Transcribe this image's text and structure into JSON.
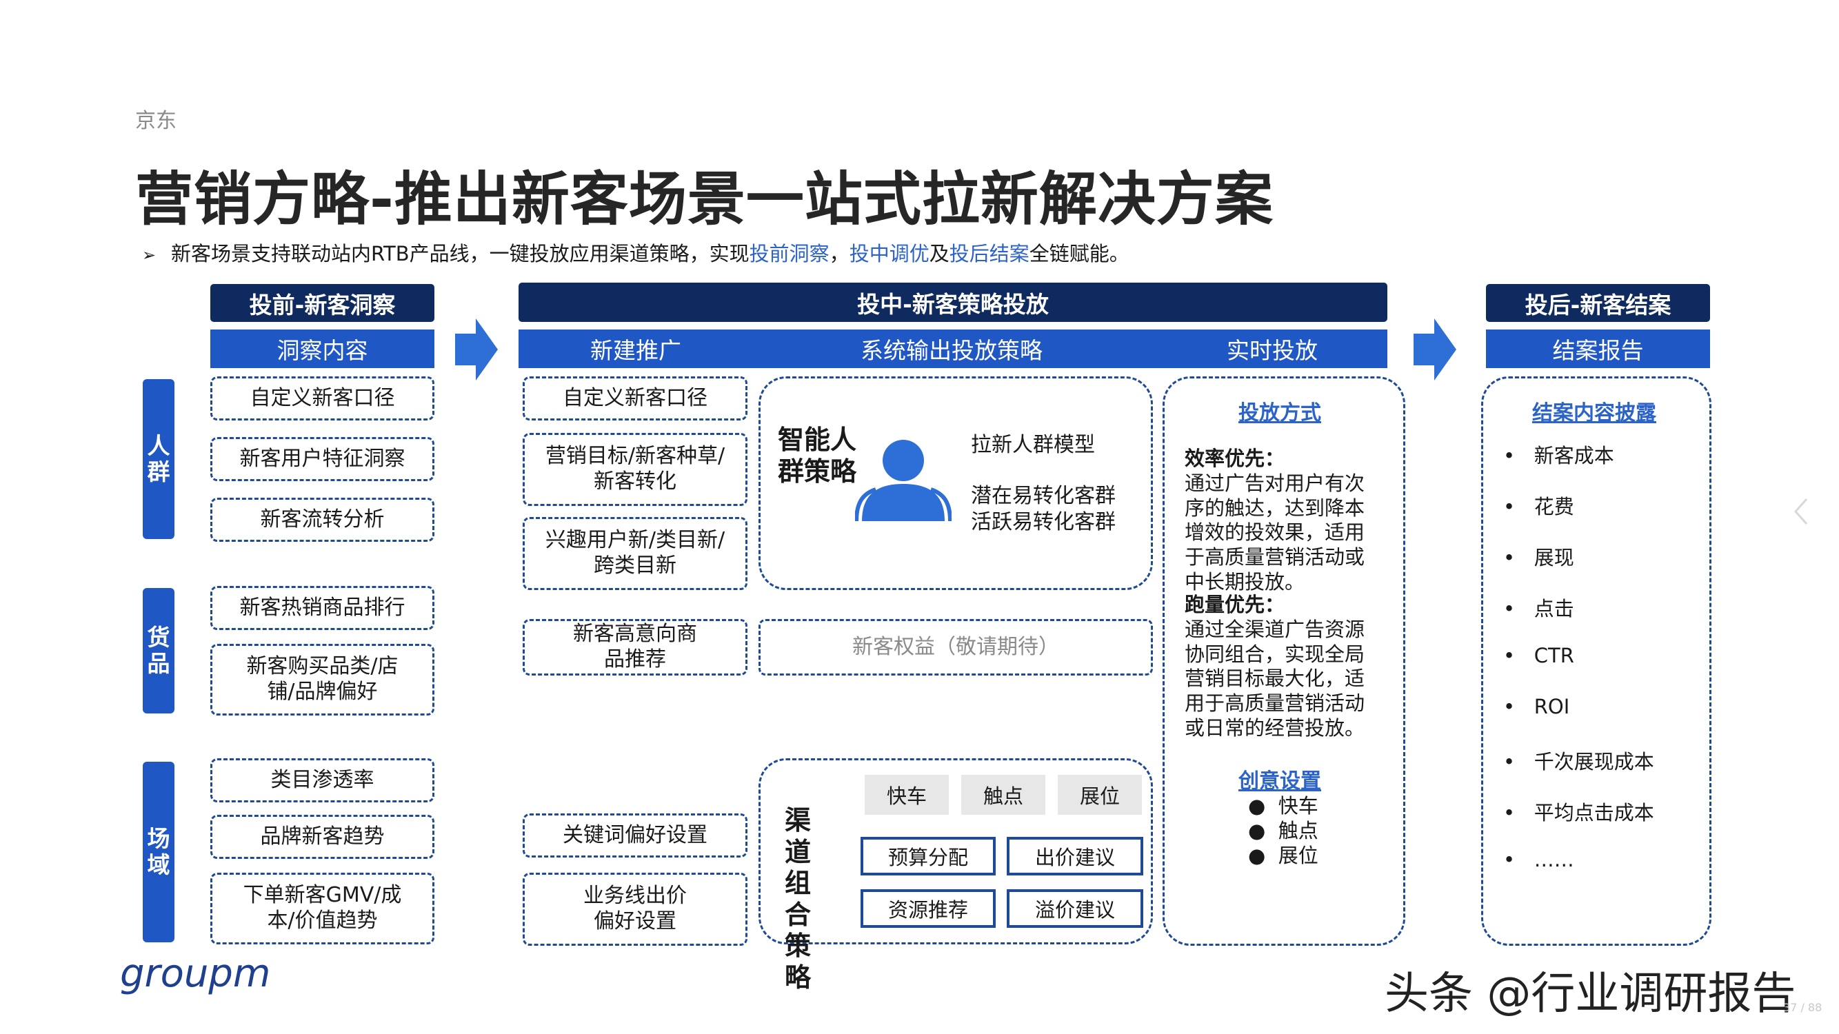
{
  "brand": "京东",
  "title": "营销方略-推出新客场景一站式拉新解决方案",
  "subtitle": {
    "bullet": "➢",
    "part1": "新客场景支持联动站内RTB产品线，一键投放应用渠道策略，实现",
    "hl1": "投前洞察",
    "sep1": "，",
    "hl2": "投中调优",
    "part2": "及",
    "hl3": "投后结案",
    "part3": "全链赋能。"
  },
  "colors": {
    "navy": "#0f2a5e",
    "blue": "#1f57c4",
    "link": "#2b63c9",
    "dash": "#1e4a96"
  },
  "pre": {
    "header": "投前-新客洞察",
    "subheader": "洞察内容",
    "items": [
      "自定义新客口径",
      "新客用户特征洞察",
      "新客流转分析",
      "新客热销商品排行",
      "新客购买品类/店铺/品牌偏好",
      "类目渗透率",
      "品牌新客趋势",
      "下单新客GMV/成本/价值趋势"
    ]
  },
  "side_labels": [
    "人群",
    "货品",
    "场域"
  ],
  "mid": {
    "header": "投中-新客策略投放",
    "sub": [
      "新建推广",
      "系统输出投放策略",
      "实时投放"
    ],
    "new_promo": [
      "自定义新客口径",
      "营销目标/新客种草/新客转化",
      "兴趣用户新/类目新/跨类目新",
      "新客高意向商品推荐",
      "关键词偏好设置",
      "业务线出价偏好设置"
    ],
    "crowd_strategy": {
      "title": "智能人群策略",
      "icon": "people-icon",
      "line1": "拉新人群模型",
      "line2": "潜在易转化客群",
      "line3": "活跃易转化客群"
    },
    "benefits": "新客权益（敬请期待）",
    "channel": {
      "title": "渠道组合策略",
      "tags": [
        "快车",
        "触点",
        "展位"
      ],
      "actions": [
        "预算分配",
        "出价建议",
        "资源推荐",
        "溢价建议"
      ]
    },
    "realtime": {
      "link1": "投放方式",
      "h1": "效率优先：",
      "p1": "通过广告对用户有次序的触达，达到降本增效的投效果，适用于高质量营销活动或中长期投放。",
      "h2": "跑量优先：",
      "p2": "通过全渠道广告资源协同组合，实现全局营销目标最大化，适用于高质量营销活动或日常的经营投放。",
      "link2": "创意设置",
      "bullets": [
        "快车",
        "触点",
        "展位"
      ]
    }
  },
  "post": {
    "header": "投后-新客结案",
    "subheader": "结案报告",
    "link": "结案内容披露",
    "items": [
      "新客成本",
      "花费",
      "展现",
      "点击",
      "CTR",
      "ROI",
      "千次展现成本",
      "平均点击成本",
      "……"
    ]
  },
  "logo": "groupm",
  "watermark": "头条 @行业调研报告",
  "page_num": "37 / 88"
}
